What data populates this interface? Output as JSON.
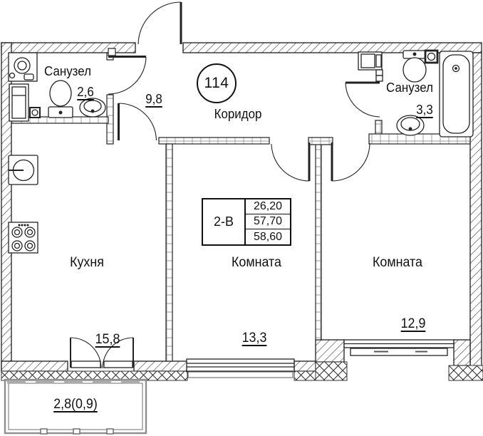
{
  "unit": {
    "number": "114",
    "type": "2-В",
    "areas": {
      "living": "26,20",
      "usable": "57,70",
      "total": "58,60"
    }
  },
  "rooms": {
    "bathroom_left": {
      "name": "Санузел",
      "area": "2,6"
    },
    "corridor": {
      "name": "Коридор",
      "area": "9,8"
    },
    "bathroom_right": {
      "name": "Санузел",
      "area": "3,3"
    },
    "kitchen": {
      "name": "Кухня",
      "area": "15,8"
    },
    "room_center": {
      "name": "Комната",
      "area": "13,3"
    },
    "room_right": {
      "name": "Комната",
      "area": "12,9"
    },
    "balcony": {
      "area": "2,8(0,9)"
    }
  },
  "colors": {
    "line": "#1c1c1c",
    "hatch": "#4a4a4a",
    "background": "#ffffff"
  }
}
